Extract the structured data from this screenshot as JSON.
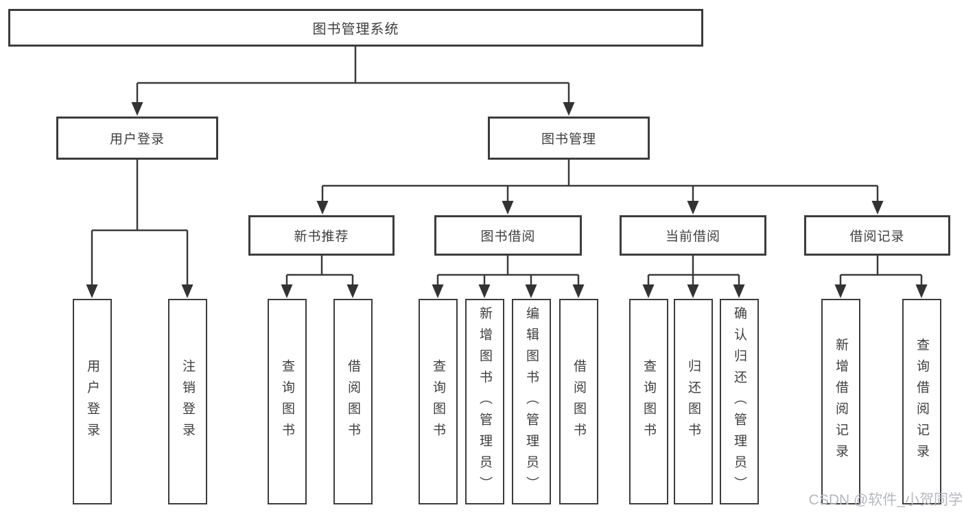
{
  "diagram": {
    "root": {
      "label": "图书管理系统"
    },
    "level2": [
      {
        "label": "用户登录"
      },
      {
        "label": "图书管理"
      }
    ],
    "level3": [
      {
        "label": "新书推荐"
      },
      {
        "label": "图书借阅"
      },
      {
        "label": "当前借阅"
      },
      {
        "label": "借阅记录"
      }
    ],
    "leaves": [
      {
        "label": "用户登录"
      },
      {
        "label": "注销登录"
      },
      {
        "label": "查询图书"
      },
      {
        "label": "借阅图书"
      },
      {
        "label": "查询图书"
      },
      {
        "label": "新增图书（管理员）"
      },
      {
        "label": "编辑图书（管理员）"
      },
      {
        "label": "借阅图书"
      },
      {
        "label": "查询图书"
      },
      {
        "label": "归还图书"
      },
      {
        "label": "确认归还（管理员）"
      },
      {
        "label": "新增借阅记录"
      },
      {
        "label": "查询借阅记录"
      }
    ],
    "watermark": "CSDN @软件_小贺同学",
    "colors": {
      "line": "#3a3a3a",
      "arrow": "#333333",
      "border": "#3c3c3c",
      "text": "#3e3e3e",
      "watermark": "#b5b8be",
      "background": "#ffffff"
    }
  }
}
